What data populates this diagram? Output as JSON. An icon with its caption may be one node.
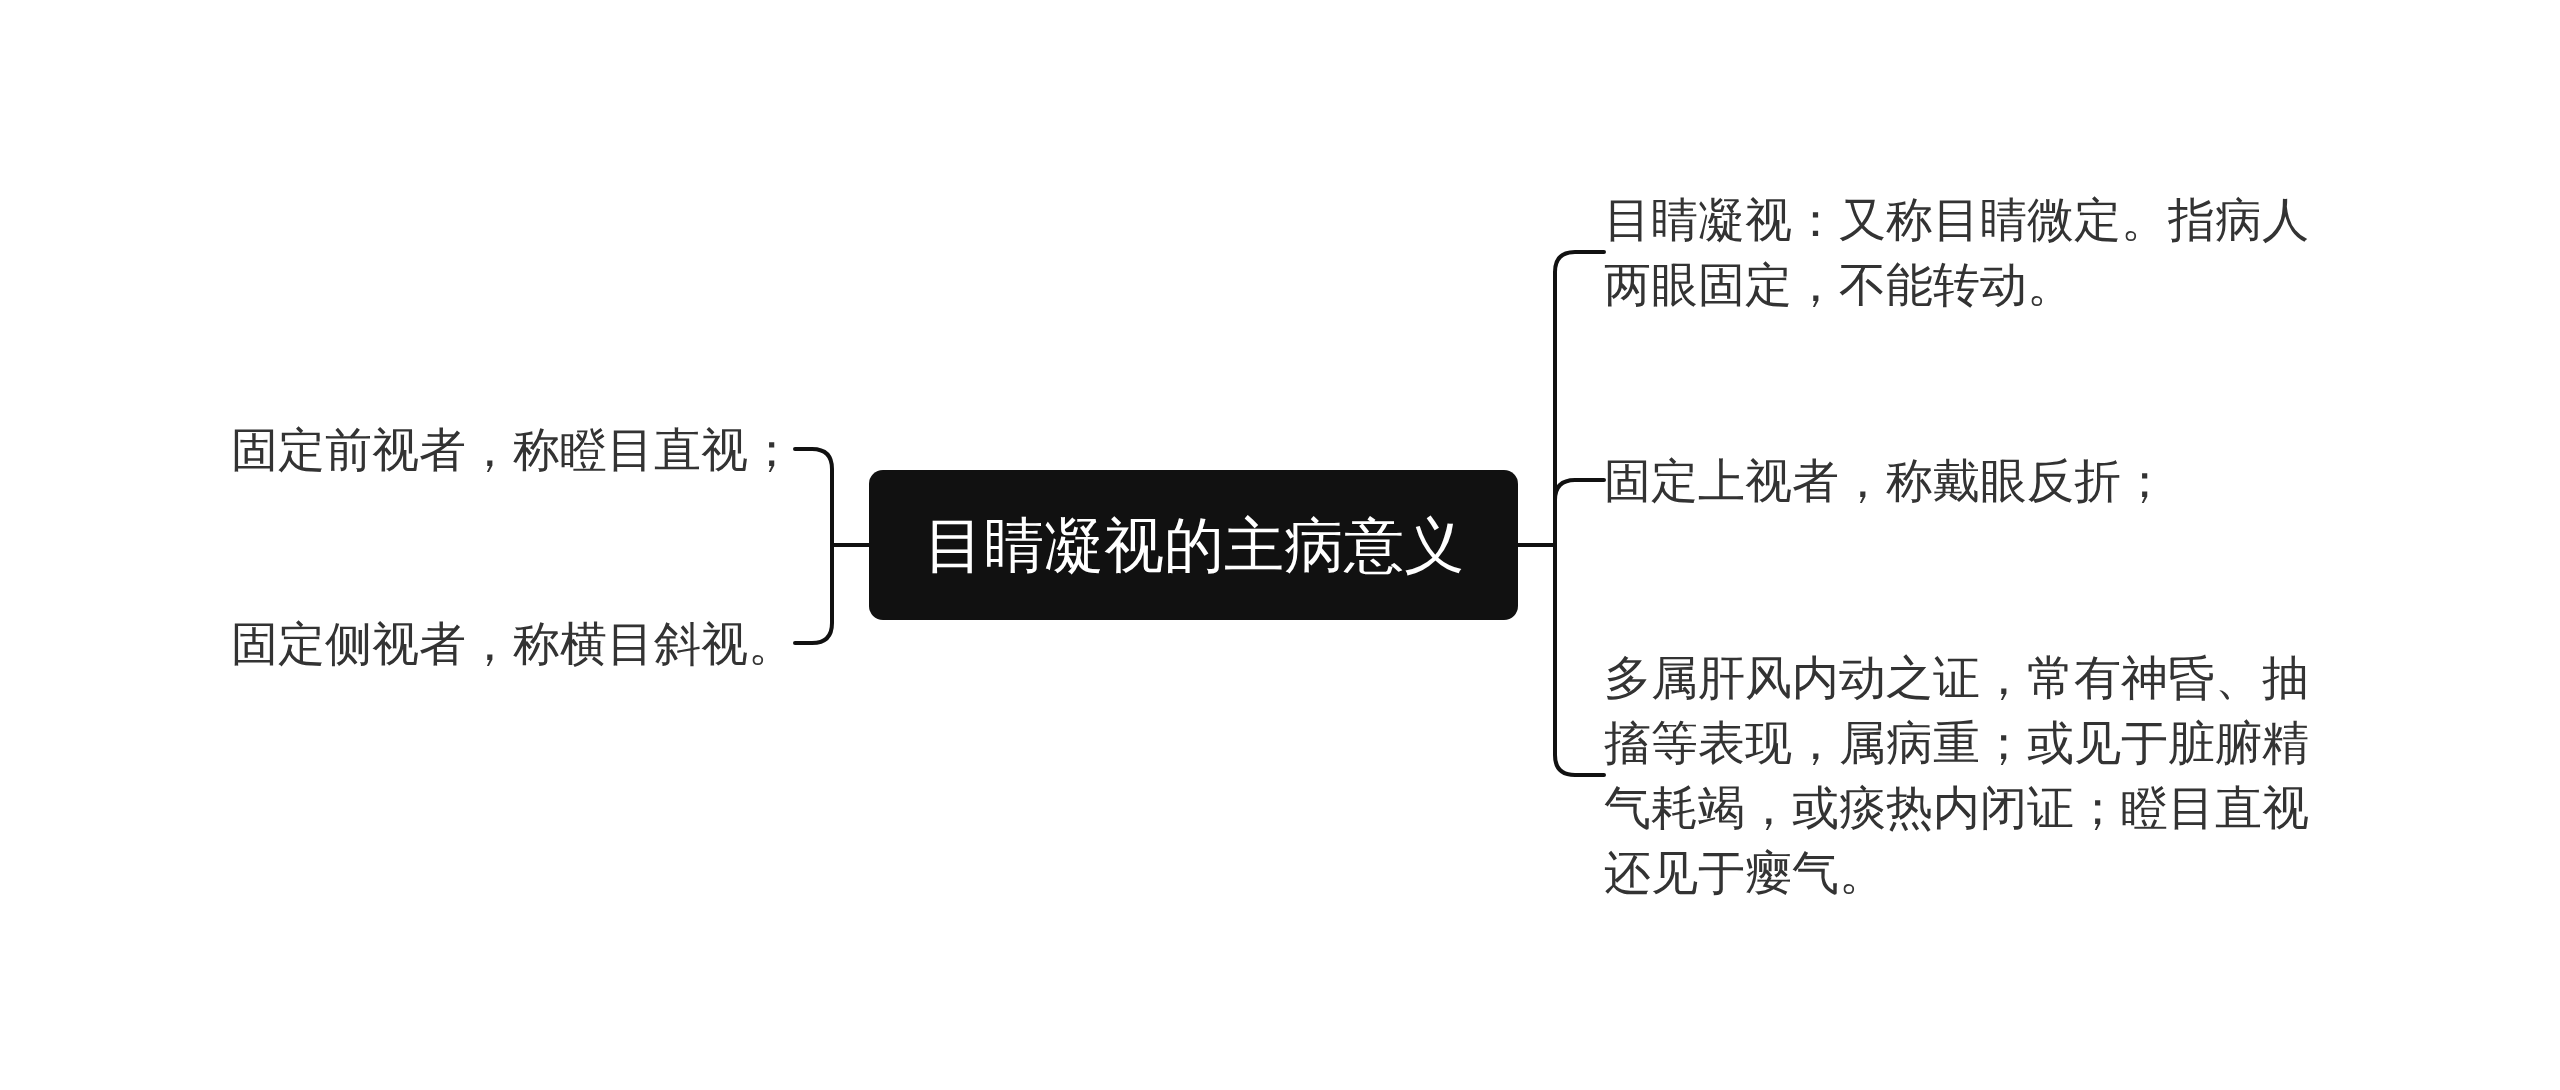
{
  "diagram": {
    "nodes": [
      {
        "text": [
          "目睛凝视的主病意义"
        ]
      },
      {
        "text": [
          "固定前视者，称瞪目直视；"
        ]
      },
      {
        "text": [
          "固定侧视者，称横目斜视。"
        ]
      },
      {
        "text": [
          "目睛凝视：又称目睛微定。指病人两眼固定，不能转动。"
        ]
      },
      {
        "text": [
          "固定上视者，称戴眼反折；"
        ]
      },
      {
        "text": [
          "多属肝风内动之证，常有神昏、抽搐等表现，属病重；或见于脏腑精气耗竭，或痰热内闭证；瞪目直视还见于瘿气。"
        ]
      }
    ],
    "edges": [
      {
        "from": 0,
        "to": 1,
        "arrow": "none"
      },
      {
        "from": 0,
        "to": 2,
        "arrow": "none"
      },
      {
        "from": 0,
        "to": 3,
        "arrow": "none"
      },
      {
        "from": 0,
        "to": 4,
        "arrow": "none"
      },
      {
        "from": 0,
        "to": 5,
        "arrow": "none"
      }
    ]
  }
}
